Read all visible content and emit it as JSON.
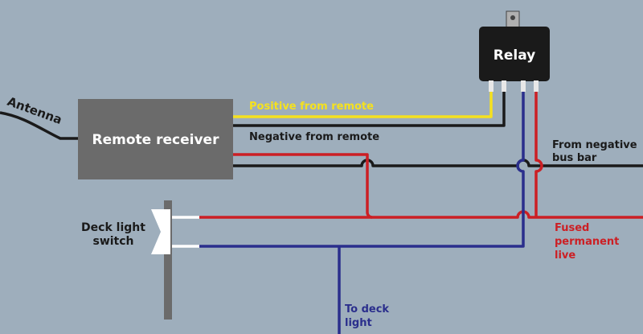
{
  "colors": {
    "background": "#9eaebc",
    "box": "#6b6b6b",
    "relay": "#1a1a1a",
    "positive": "#f5e11e",
    "negative": "#1a1a1a",
    "live": "#cc1f24",
    "lamp": "#2a2e8c",
    "switch_contact": "#ffffff"
  },
  "labels": {
    "antenna": "Antenna",
    "remote_receiver": "Remote receiver",
    "relay": "Relay",
    "positive_from_remote": "Positive from remote",
    "negative_from_remote": "Negative from remote",
    "from_negative_bus_bar_1": "From negative",
    "from_negative_bus_bar_2": "bus bar",
    "deck_light_switch_1": "Deck light",
    "deck_light_switch_2": "switch",
    "fused_permanent_live_1": "Fused",
    "fused_permanent_live_2": "permanent",
    "fused_permanent_live_3": "live",
    "to_deck_light_1": "To deck",
    "to_deck_light_2": "light"
  }
}
